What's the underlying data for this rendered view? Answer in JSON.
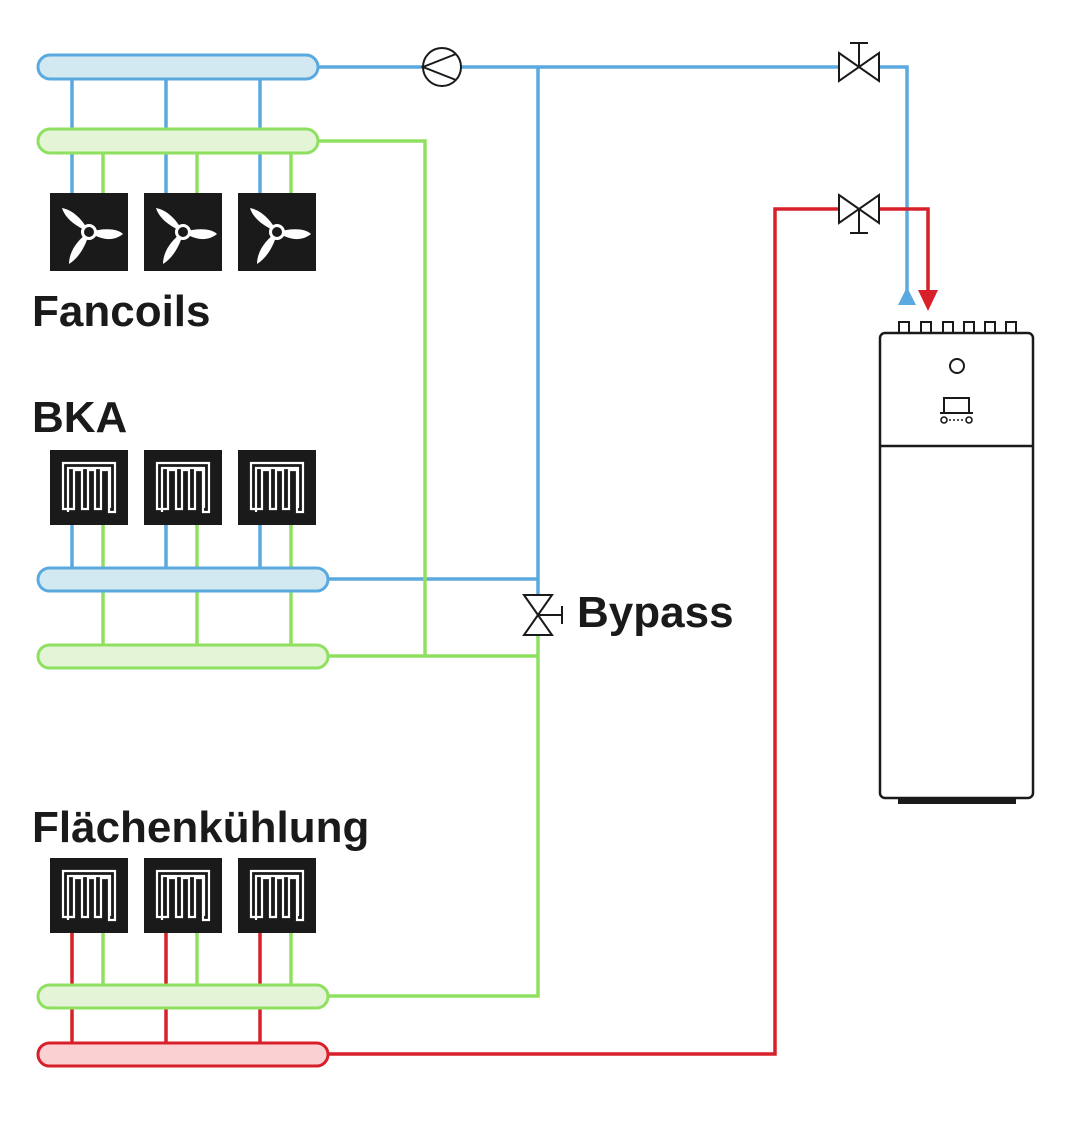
{
  "labels": {
    "fancoils": "Fancoils",
    "bka": "BKA",
    "bypass": "Bypass",
    "flaechen": "Flächenkühlung"
  },
  "colors": {
    "blue": "#5aa9df",
    "blue_fill": "#d3e9f2",
    "green": "#8fe061",
    "green_fill": "#e3f5d6",
    "red": "#d8202b",
    "red_fill": "#fad0d3",
    "dark": "#1a1a1a"
  },
  "icons": {
    "fancoil": "fan-icon",
    "panel": "meander-panel-icon",
    "pump": "pump-icon",
    "valve": "valve-icon",
    "unit": "heat-pump-unit"
  }
}
